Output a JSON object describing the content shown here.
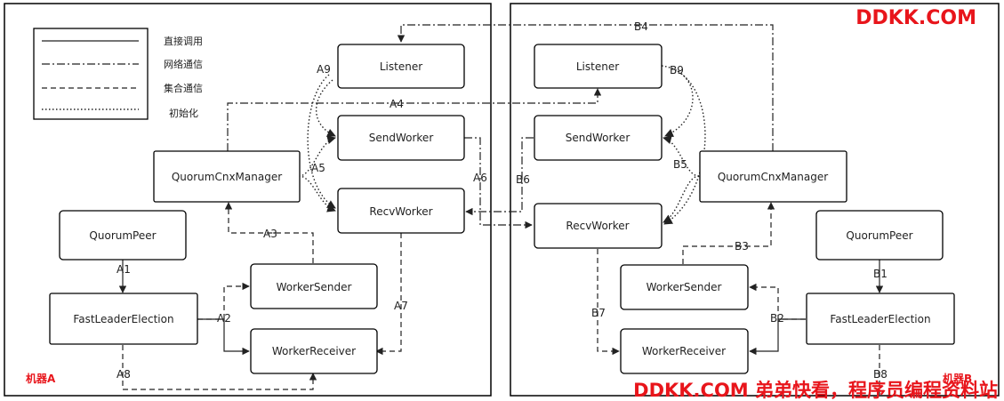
{
  "legend": {
    "items": [
      {
        "style": "solid",
        "label": "直接调用"
      },
      {
        "style": "dashdot",
        "label": "网络通信"
      },
      {
        "style": "dash",
        "label": "集合通信"
      },
      {
        "style": "dot",
        "label": "初始化"
      }
    ]
  },
  "machines": {
    "a": {
      "label": "机器A"
    },
    "b": {
      "label": "机器B"
    }
  },
  "nodes": {
    "a_listener": "Listener",
    "a_sendworker": "SendWorker",
    "a_quorumcnxmanager": "QuorumCnxManager",
    "a_recvworker": "RecvWorker",
    "a_quorumpeer": "QuorumPeer",
    "a_workersender": "WorkerSender",
    "a_fastleaderelection": "FastLeaderElection",
    "a_workerreceiver": "WorkerReceiver",
    "b_listener": "Listener",
    "b_sendworker": "SendWorker",
    "b_quorumcnxmanager": "QuorumCnxManager",
    "b_recvworker": "RecvWorker",
    "b_quorumpeer": "QuorumPeer",
    "b_workersender": "WorkerSender",
    "b_fastleaderelection": "FastLeaderElection",
    "b_workerreceiver": "WorkerReceiver"
  },
  "edges": {
    "a1": "A1",
    "a2": "A2",
    "a3": "A3",
    "a4": "A4",
    "a5": "A5",
    "a6": "A6",
    "a7": "A7",
    "a8": "A8",
    "a9": "A9",
    "b1": "B1",
    "b2": "B2",
    "b3": "B3",
    "b4": "B4",
    "b5": "B5",
    "b6": "B6",
    "b7": "B7",
    "b8": "B8",
    "b9": "B9"
  },
  "watermark": {
    "top": "DDKK.COM",
    "bottom": "DDKK.COM 弟弟快看，程序员编程资料站"
  },
  "colors": {
    "watermark": "#e8151b",
    "line": "#222222",
    "box_stroke": "#000000"
  }
}
